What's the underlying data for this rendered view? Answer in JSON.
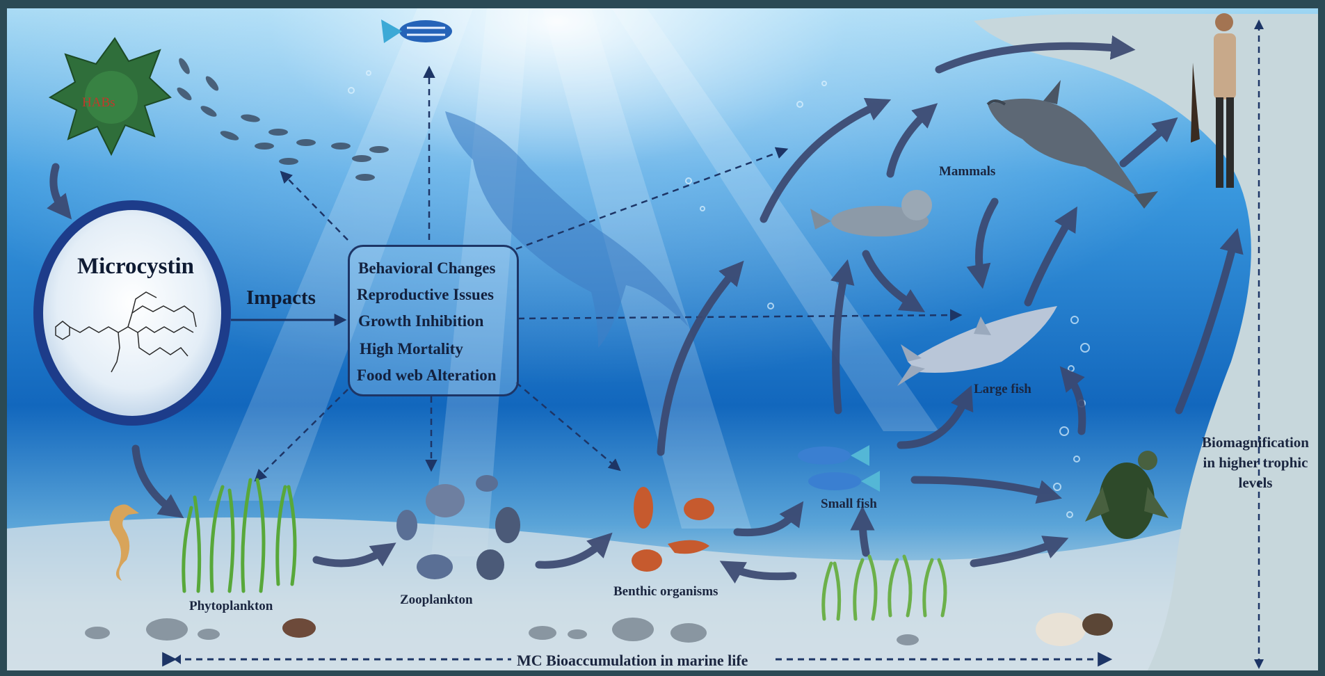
{
  "diagram": {
    "microcystin_title": "Microcystin",
    "habs_label": "HABs",
    "impacts_label": "Impacts",
    "impacts": [
      "Behavioral  Changes",
      "Reproductive Issues",
      "Growth  Inhibition",
      "High Mortality",
      "Food web Alteration"
    ],
    "organisms": {
      "phytoplankton": "Phytoplankton",
      "zooplankton": "Zooplankton",
      "benthic": "Benthic organisms",
      "small_fish": "Small fish",
      "large_fish": "Large fish",
      "mammals": "Mammals"
    },
    "bioaccumulation_label": "MC Bioaccumulation in marine life",
    "biomagnification_label": [
      "Biomagnification",
      "in higher trophic",
      "levels"
    ],
    "colors": {
      "water_top": "#8fd0f2",
      "water_deep": "#0f4f9c",
      "arrow": "#3b4870",
      "box_border": "#1d3566",
      "right_panel": "#c7d7dc"
    }
  }
}
